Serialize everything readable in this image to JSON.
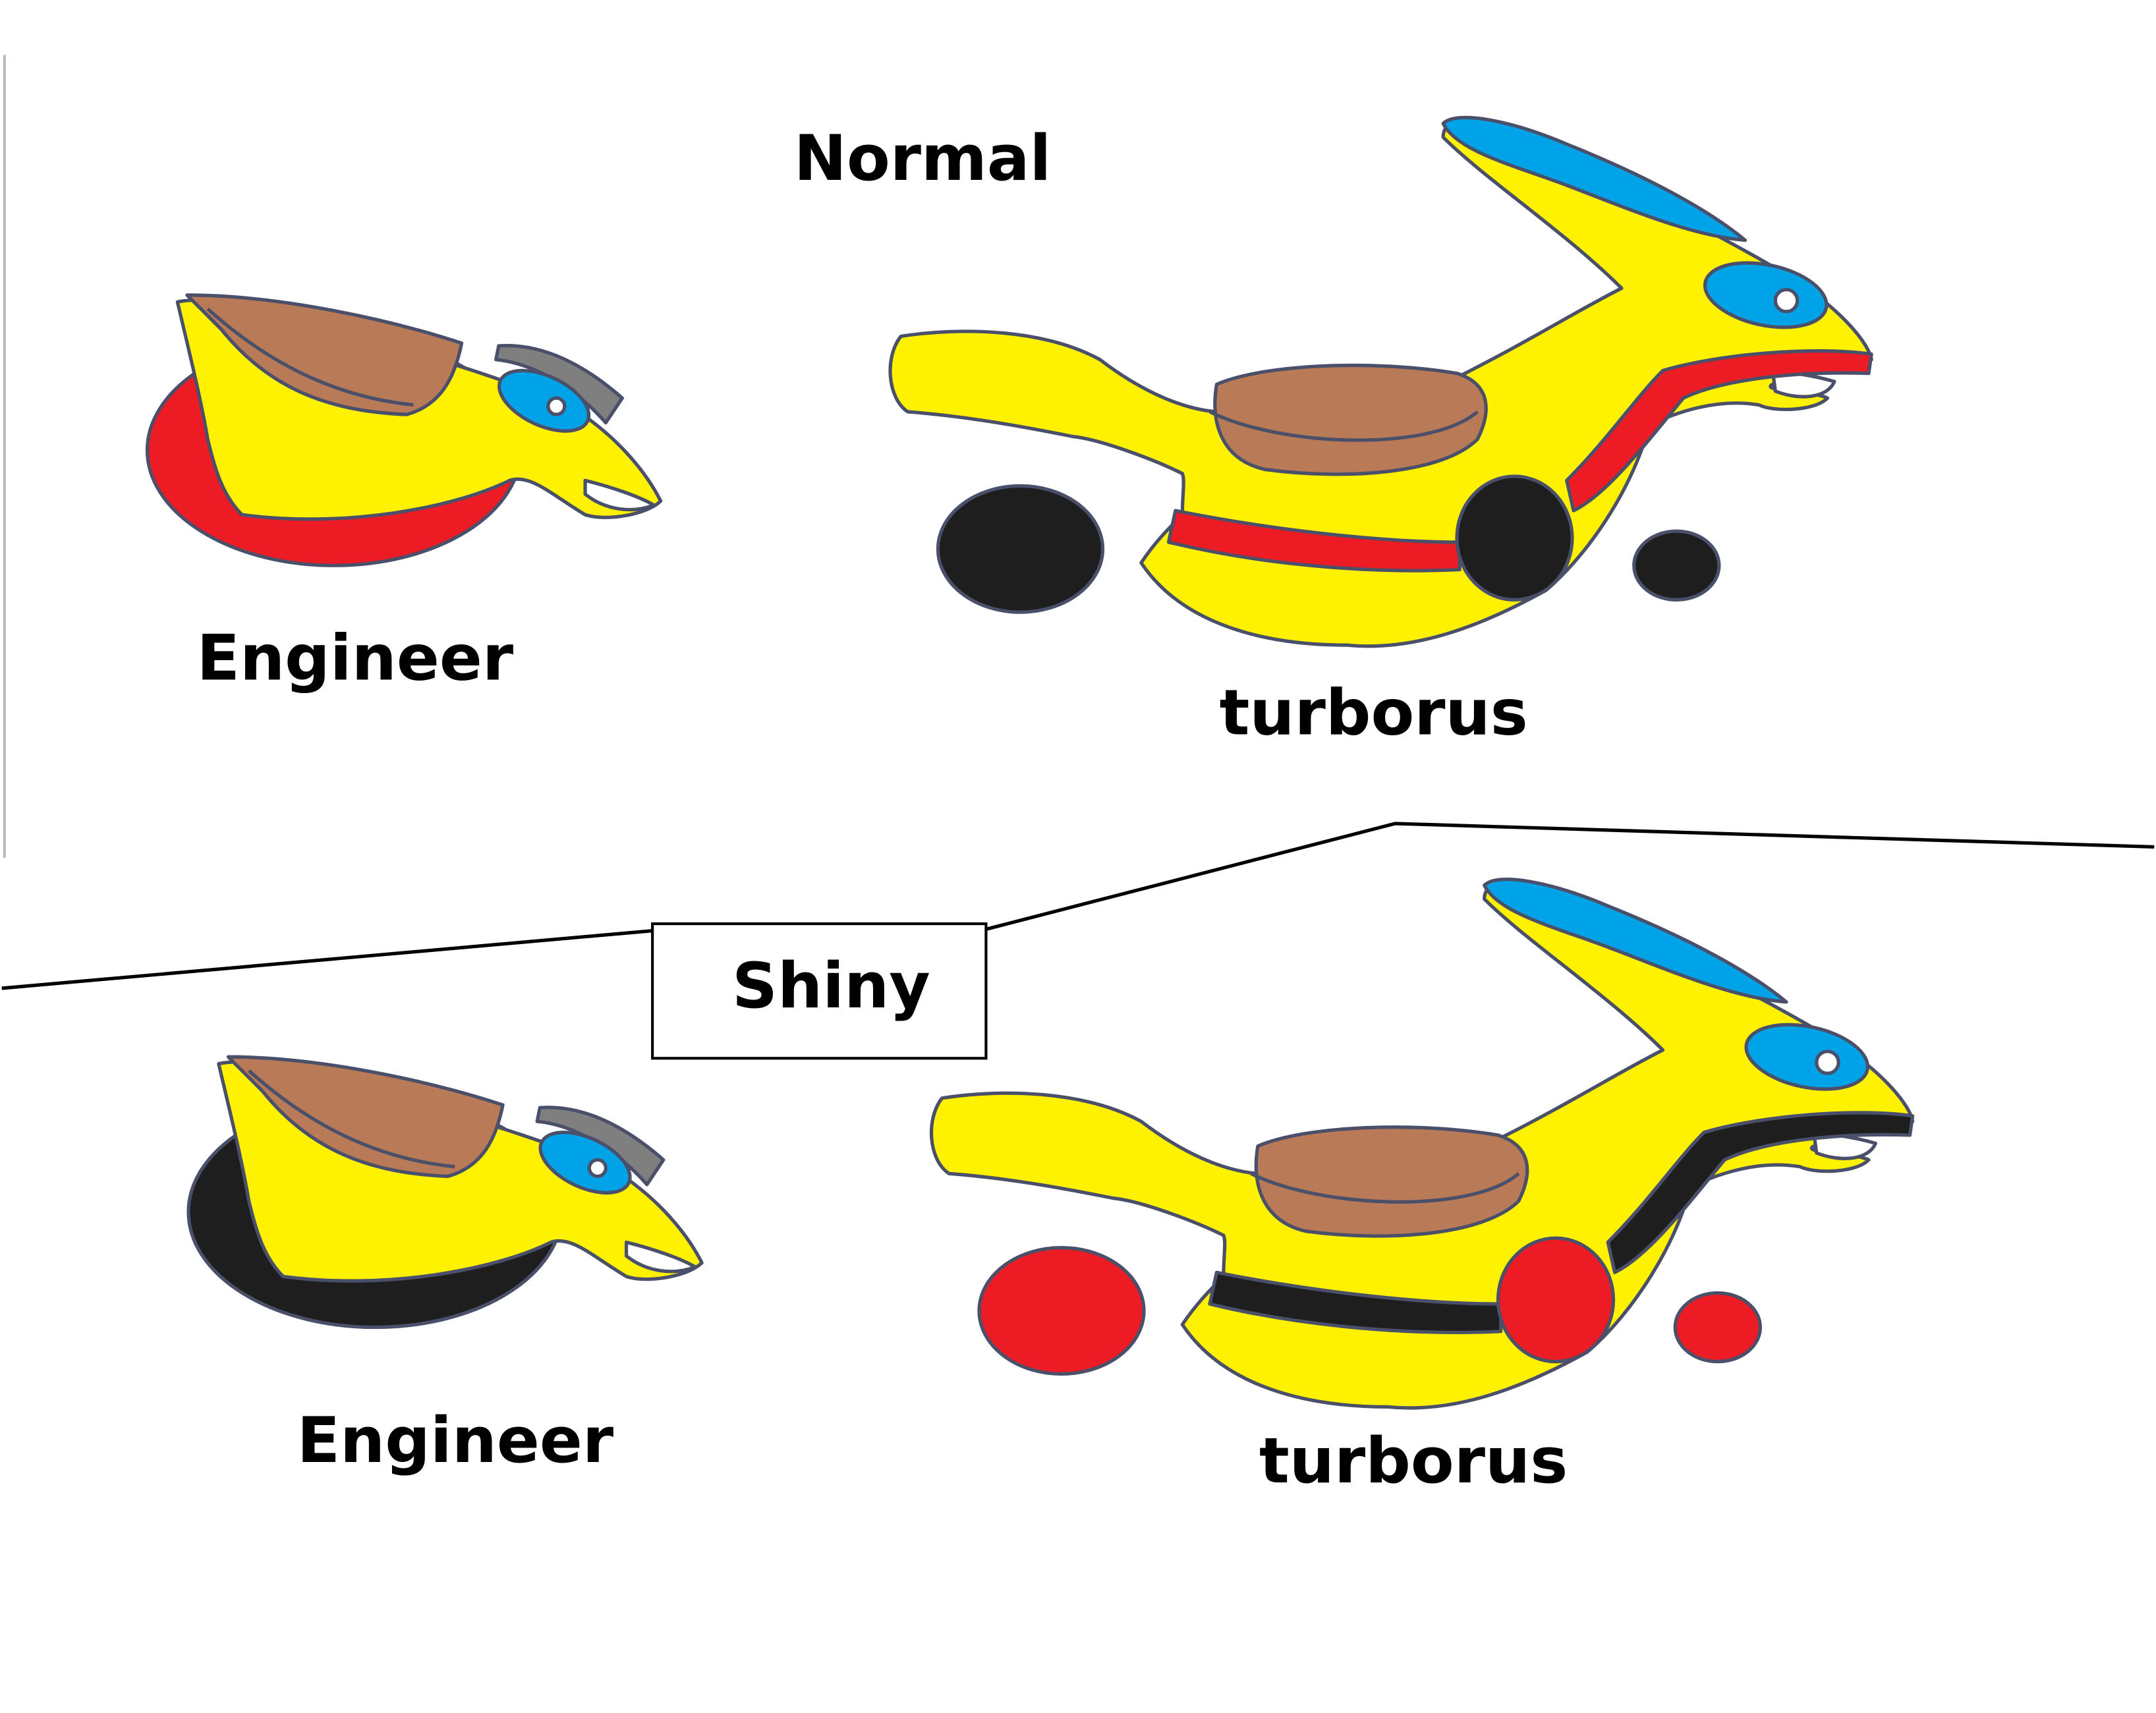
{
  "labels": {
    "normal_heading": "Normal",
    "shiny_heading": "Shiny",
    "normal_engineer": "Engineer",
    "normal_turborus": "turborus",
    "shiny_engineer": "Engineer",
    "shiny_turborus": "turborus"
  },
  "colors": {
    "body": "#fff200",
    "saddle": "#b97a57",
    "eye": "#00a2e8",
    "helmet": "#7f7f7f",
    "normal_accent": "#ed1c24",
    "normal_wheels": "#1e1e1e",
    "shiny_accent": "#1e1e1e",
    "shiny_wheels": "#ed1c24"
  }
}
